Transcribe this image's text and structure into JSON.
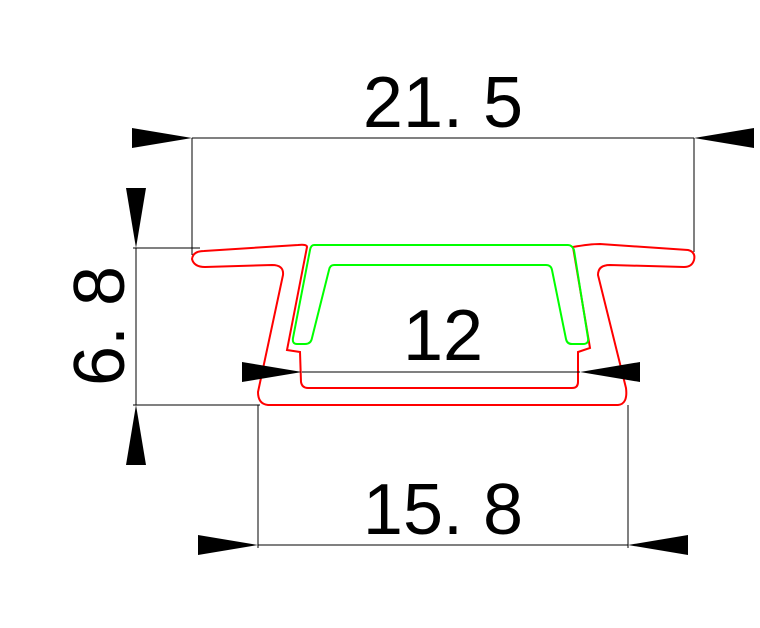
{
  "drawing": {
    "dimensions": {
      "overall_width": "21. 5",
      "height": "6. 8",
      "inner_width": "12",
      "base_width": "15. 8"
    },
    "colors": {
      "profile": "#ff0000",
      "diffuser": "#00ff00",
      "dimension": "#000000"
    }
  }
}
